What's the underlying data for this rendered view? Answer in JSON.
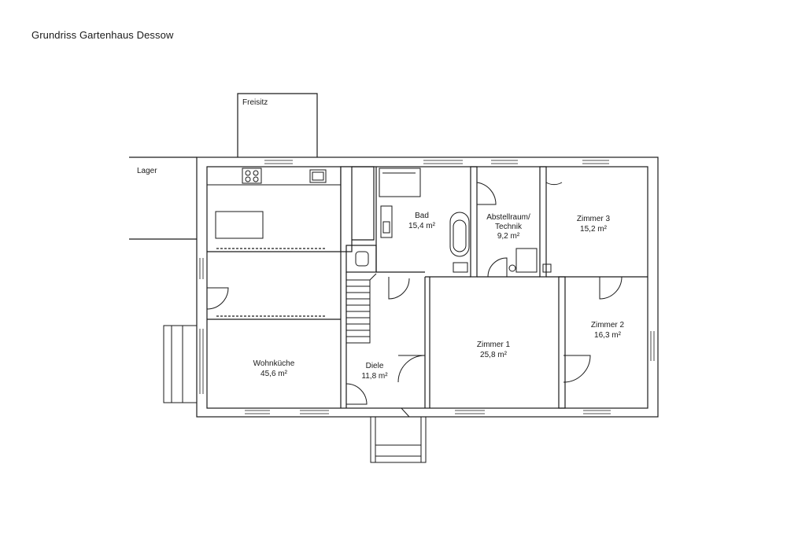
{
  "title": "Grundriss Gartenhaus Dessow",
  "outdoor": {
    "freisitz": "Freisitz",
    "lager": "Lager"
  },
  "rooms": {
    "bad": {
      "name": "Bad",
      "area": "15,4 m²"
    },
    "abstellraum": {
      "name_line1": "Abstellraum/",
      "name_line2": "Technik",
      "area": "9,2 m²"
    },
    "zimmer3": {
      "name": "Zimmer 3",
      "area": "15,2 m²"
    },
    "zimmer2": {
      "name": "Zimmer 2",
      "area": "16,3 m²"
    },
    "zimmer1": {
      "name": "Zimmer 1",
      "area": "25,8 m²"
    },
    "diele": {
      "name": "Diele",
      "area": "11,8 m²"
    },
    "wohnkueche": {
      "name": "Wohnküche",
      "area": "45,6 m²"
    }
  },
  "colors": {
    "line": "#1a1a1a",
    "background": "#ffffff"
  }
}
